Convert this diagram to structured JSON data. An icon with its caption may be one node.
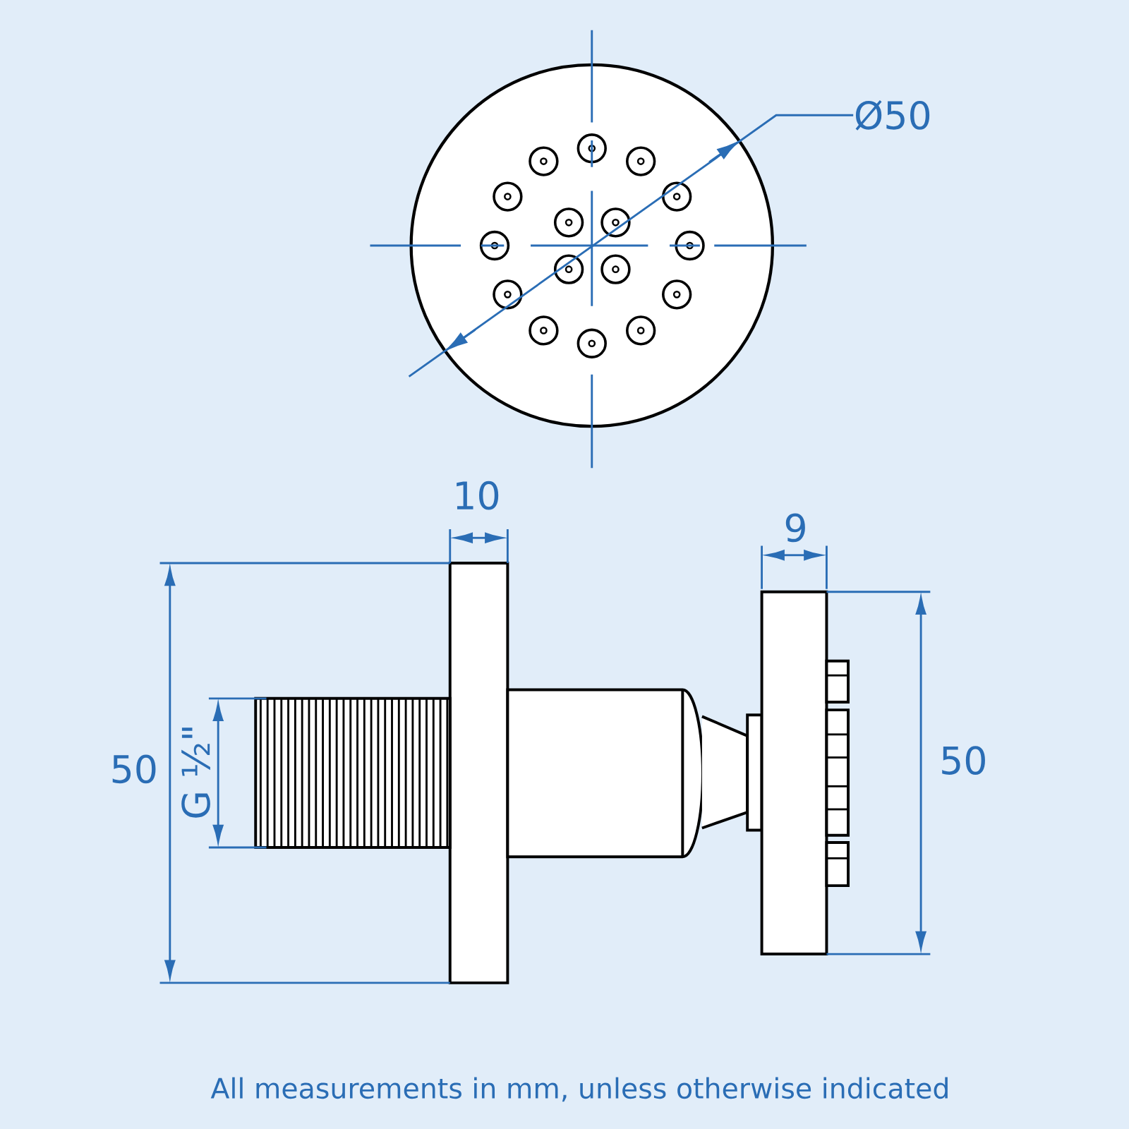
{
  "diagram": {
    "caption": "All measurements in mm, unless otherwise indicated",
    "labels": [
      "Ø50",
      "10",
      "9",
      "50",
      "G ½\"",
      "50"
    ]
  }
}
